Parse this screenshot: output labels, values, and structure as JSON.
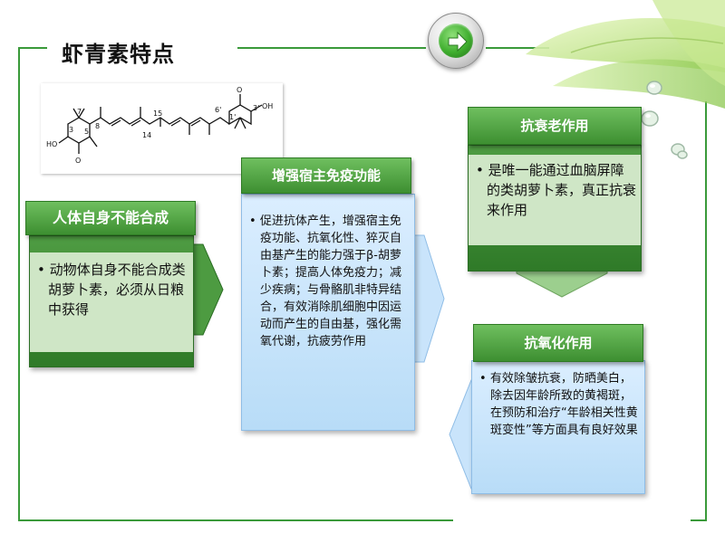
{
  "title": "虾青素特点",
  "nav": {
    "icon": "arrow-right-icon"
  },
  "molecule": {
    "labels": [
      "7",
      "3",
      "5",
      "8",
      "14",
      "15",
      "6'",
      "1'",
      "3'",
      "OH",
      "HO",
      "O",
      "O"
    ]
  },
  "panels": {
    "self_synthesis": {
      "heading": "人体自身不能合成",
      "bullet": "•",
      "text": "动物体自身不能合成类胡萝卜素，必须从日粮中获得"
    },
    "immunity": {
      "heading": "增强宿主免疫功能",
      "bullet": "•",
      "text": "促进抗体产生，增强宿主免疫功能、抗氧化性、猝灭自由基产生的能力强于β-胡萝卜素；提高人体免疫力；减少疾病；与骨骼肌非特异结合，有效消除肌细胞中因运动而产生的自由基，强化需氧代谢，抗疲劳作用"
    },
    "anti_aging": {
      "heading": "抗衰老作用",
      "bullet": "•",
      "text": "是唯一能通过血脑屏障的类胡萝卜素，真正抗衰来作用"
    },
    "antioxidant": {
      "heading": "抗氧化作用",
      "bullet": "•",
      "text": "有效除皱抗衰，防晒美白，除去因年龄所致的黄褐斑，在预防和治疗“年龄相关性黄斑变性”等方面具有良好效果"
    }
  },
  "colors": {
    "frame": "#3a9a3a",
    "green_header": "#4a9d3c",
    "blue_body": "#c6e3fb"
  }
}
